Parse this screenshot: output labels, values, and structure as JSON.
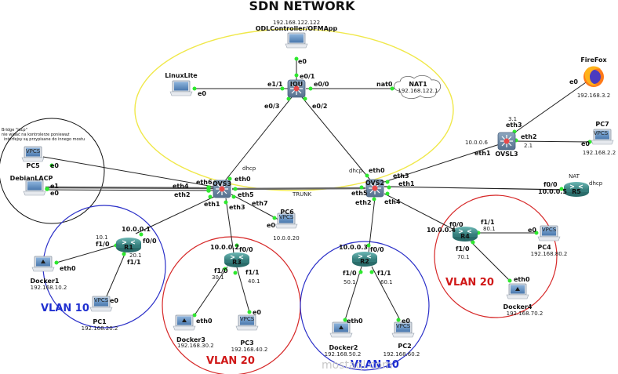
{
  "title": "SDN NETWORK",
  "note": {
    "line1": "Bridge \"lacp\"",
    "line2": "nie widać na kontrolerze ponieważ",
    "line3": "interfejsy są przypisane do innego mostu"
  },
  "nodes": {
    "odl": {
      "name": "ODLController/OFMApp",
      "ip": "192.168.122.122",
      "port": "e0"
    },
    "iou": {
      "name": "IOU",
      "ports": {
        "e0_0": "e0/0",
        "e0_1": "e0/1",
        "e0_2": "e0/2",
        "e0_3": "e0/3",
        "e1_1": "e1/1"
      }
    },
    "linuxlite": {
      "name": "LinuxLite",
      "port": "e0"
    },
    "nat1": {
      "name": "NAT1",
      "ip": "192.168.122.1",
      "port": "nat0"
    },
    "firefox": {
      "name": "FireFox",
      "ip": "192.168.3.2",
      "port": "e0"
    },
    "ovsl3": {
      "name": "OVSL3",
      "ip_eth1": "10.0.0.6",
      "eth3_ip": "3.1",
      "eth2_ip": "2.1",
      "ports": {
        "eth1": "eth1",
        "eth2": "eth2",
        "eth3": "eth3"
      }
    },
    "pc7": {
      "name": "PC7",
      "ip": "192.168.2.2",
      "port": "e0"
    },
    "r5": {
      "name": "R5",
      "label": "NAT",
      "dhcp": "dhcp",
      "ip": "10.0.0.5",
      "port": "f0/0"
    },
    "pc5": {
      "name": "PC5",
      "port": "e0"
    },
    "debianlacp": {
      "name": "DebianLACP",
      "port_e1": "e1",
      "port_e0": "e0"
    },
    "ovs3": {
      "name": "OVS3",
      "dhcp": "dhcp",
      "ports": {
        "eth0": "eth0",
        "eth1": "eth1",
        "eth2": "eth2",
        "eth3": "eth3",
        "eth4": "eth4",
        "eth5": "eth5",
        "eth6": "eth6",
        "eth7": "eth7"
      }
    },
    "ovs2": {
      "name": "OVS2",
      "dhcp": "dhcp",
      "ports": {
        "eth0": "eth0",
        "eth1": "eth1",
        "eth2": "eth2",
        "eth3": "eth3",
        "eth4": "eth4",
        "eth5": "eth5"
      }
    },
    "trunk": "TRUNK",
    "pc6": {
      "name": "PC6",
      "ip": "10.0.0.20",
      "port": "e0"
    },
    "r1": {
      "name": "R1",
      "ip": "10.0.0.1",
      "f0_0": "f0/0",
      "f1_0": "f1/0",
      "f1_0_ip": "10.1",
      "f1_1": "f1/1",
      "f1_1_ip": "20.1"
    },
    "docker1": {
      "name": "Docker1",
      "ip": "192.168.10.2",
      "port": "eth0"
    },
    "pc1": {
      "name": "PC1",
      "ip": "192.168.20.2",
      "port": "e0"
    },
    "r3": {
      "name": "R3",
      "ip": "10.0.0.2",
      "f0_0": "f0/0",
      "f1_0": "f1/0",
      "f1_0_ip": "30.1",
      "f1_1": "f1/1",
      "f1_1_ip": "40.1"
    },
    "docker3": {
      "name": "Docker3",
      "ip": "192.168.30.2",
      "port": "eth0"
    },
    "pc3": {
      "name": "PC3",
      "ip": "192.168.40.2",
      "port": "e0"
    },
    "r2": {
      "name": "R2",
      "ip": "10.0.0.3",
      "f0_0": "f0/0",
      "f1_0": "f1/0",
      "f1_0_ip": "50.1",
      "f1_1": "f1/1",
      "f1_1_ip": "60.1"
    },
    "docker2": {
      "name": "Docker2",
      "ip": "192.168.50.2",
      "port": "eth0"
    },
    "pc2": {
      "name": "PC2",
      "ip": "192.168.60.2",
      "port": "e0"
    },
    "r4": {
      "name": "R4",
      "ip": "10.0.0.4",
      "f0_0": "f0/0",
      "f1_0": "f1/0",
      "f1_0_ip": "70.1",
      "f1_1": "f1/1",
      "f1_1_ip": "80.1"
    },
    "docker4": {
      "name": "Docker4",
      "ip": "192.168.70.2",
      "port": "eth0"
    },
    "pc4": {
      "name": "PC4",
      "ip": "192.168.80.2",
      "port": "e0"
    }
  },
  "vlans": {
    "vlan_r1": "VLAN 10",
    "vlan_r3": "VLAN 20",
    "vlan_r2": "VLAN 10",
    "vlan_r4": "VLAN 20"
  },
  "icons": {
    "vpcs": "VPCS",
    "iou": "IOU"
  },
  "colors": {
    "yellow": "#f0e84a",
    "blue": "#2a2fc8",
    "red": "#d62828",
    "link_dot": "#2ee82e",
    "router": "#3e8e8c",
    "switch": "#6f8aa6"
  },
  "watermark": "mostaql.com"
}
